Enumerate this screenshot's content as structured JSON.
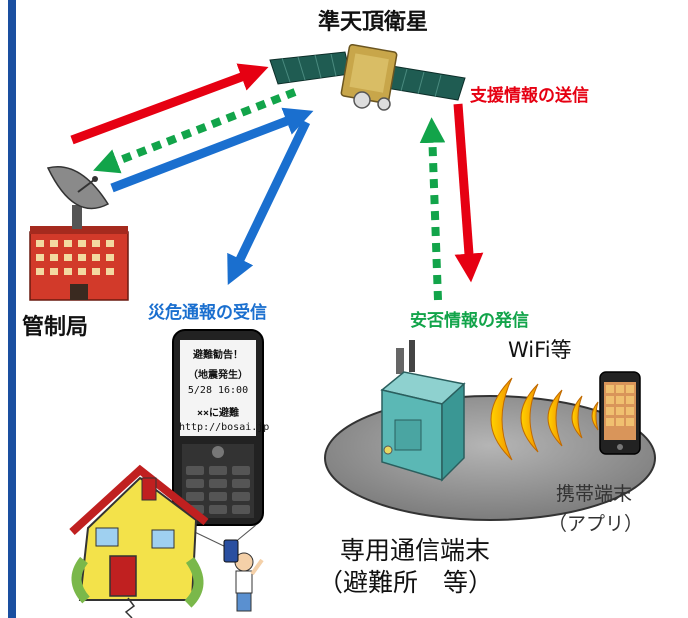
{
  "labels": {
    "satellite": "準天頂衛星",
    "support_info": "支援情報の送信",
    "control_station": "管制局",
    "disaster_report": "災危通報の受信",
    "safety_info": "安否情報の発信",
    "wifi": "WiFi等",
    "mobile_terminal": "携帯端末",
    "app": "（アプリ）",
    "dedicated_terminal": "専用通信端末",
    "shelter": "（避難所　等）"
  },
  "phone_screen": {
    "line1": "避難勧告！",
    "line2": "（地震発生）",
    "line3": "5/28 16:00",
    "line4": "××に避難",
    "line5": "http://bosai.jp"
  },
  "colors": {
    "red_arrow": "#e60012",
    "blue_arrow": "#1a6fcf",
    "green_dotted_arrow": "#12a44a",
    "left_bar": "#1a4fa0"
  },
  "icons": [
    "satellite-icon",
    "ground-station-icon",
    "house-icon",
    "phone-icon",
    "terminal-device-icon",
    "wifi-waves-icon",
    "smartphone-icon",
    "person-icon"
  ]
}
